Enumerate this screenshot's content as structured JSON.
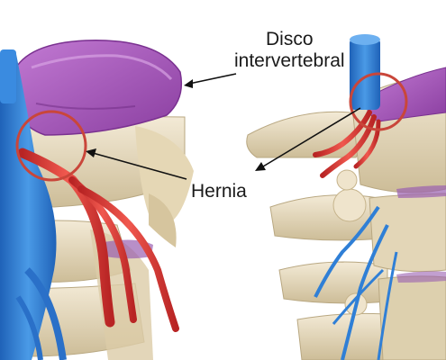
{
  "labels": {
    "disc_line1": "Disco",
    "disc_line2": "intervertebral",
    "hernia": "Hernia"
  },
  "colors": {
    "disc": "#a24fb8",
    "nerve": "#e03c3c",
    "highlight_circle": "#c9463a",
    "bone": "#e8dcc1",
    "spinal_cord_blue": "#2f7fd6"
  }
}
